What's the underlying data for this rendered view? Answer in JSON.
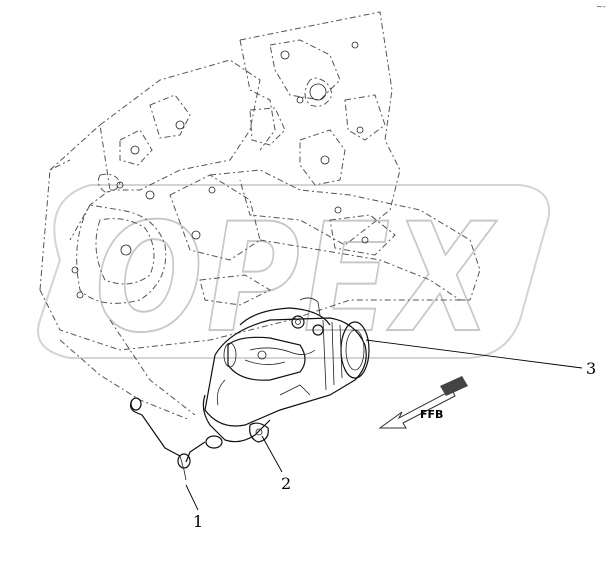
{
  "diagram": {
    "watermark": "OPEX",
    "corner_mark": "~-",
    "direction_label": "FFB",
    "callouts": [
      {
        "id": "1",
        "label": "1",
        "part": "wire-bracket"
      },
      {
        "id": "2",
        "label": "2",
        "part": "starter-mount-bolt"
      },
      {
        "id": "3",
        "label": "3",
        "part": "starter-motor"
      }
    ]
  },
  "colors": {
    "line": "#222222",
    "phantom": "#666666",
    "watermark_fill": "#ffffff",
    "watermark_stroke": "#c8c8c8",
    "arrow_head": "#555555"
  }
}
